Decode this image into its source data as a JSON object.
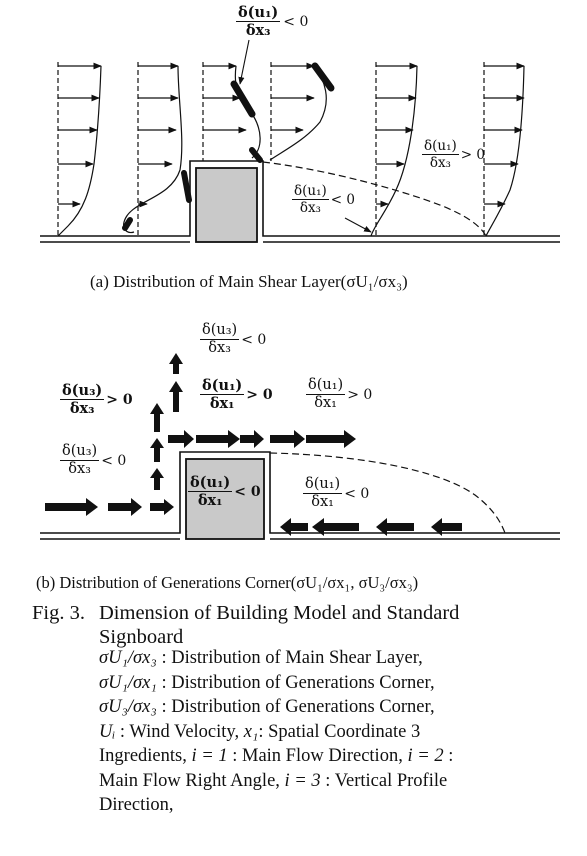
{
  "diagram_a": {
    "labels": {
      "top_lt0": {
        "num": "δ(u₁)",
        "den": "δx₃",
        "rel": "< 0"
      },
      "right_gt0": {
        "num": "δ(u₁)",
        "den": "δx₃",
        "rel": "> 0"
      },
      "right_lt0": {
        "num": "δ(u₁)",
        "den": "δx₃",
        "rel": "< 0"
      }
    },
    "caption": "(a) Distribution of Main Shear Layer(σU₁/σx₃)"
  },
  "diagram_b": {
    "labels": {
      "top": {
        "num": "δ(u₃)",
        "den": "δx₃",
        "rel": "< 0"
      },
      "mid": {
        "num": "δ(u₁)",
        "den": "δx₁",
        "rel": "> 0"
      },
      "right": {
        "num": "δ(u₁)",
        "den": "δx₁",
        "rel": "> 0"
      },
      "left_gt0": {
        "num": "δ(u₃)",
        "den": "δx₃",
        "rel": "> 0"
      },
      "left_lt0": {
        "num": "δ(u₃)",
        "den": "δx₃",
        "rel": "< 0"
      },
      "building": {
        "num": "δ(u₁)",
        "den": "δx₁",
        "rel": "< 0"
      },
      "wake": {
        "num": "δ(u₁)",
        "den": "δx₁",
        "rel": "< 0"
      }
    },
    "caption": "(b)  Distribution of Generations Corner(σU₁/σx₁,  σU₃/σx₃)"
  },
  "figure": {
    "label": "Fig. 3.",
    "title_line1": "Dimension of Building Model and Standard",
    "title_line2": "Signboard"
  },
  "legend": [
    {
      "sym": "σU₁/σx₃",
      "text": " : Distribution of Main Shear Layer,"
    },
    {
      "sym": "σU₁/σx₁",
      "text": " : Distribution of Generations Corner,"
    },
    {
      "sym": "σU₃/σx₃",
      "text": " : Distribution of Generations Corner,"
    },
    {
      "sym": "Uᵢ",
      "text": " : Wind Velocity, ",
      "sym2": "x₁",
      "text2": ": Spatial Coordinate 3"
    },
    {
      "text": "Ingredients, ",
      "sym": "i = 1",
      "text2": " : Main Flow Direction, ",
      "sym2": "i = 2",
      "text3": " :"
    },
    {
      "text": "Main Flow Right Angle, ",
      "sym": "i = 3",
      "text2": " : Vertical Profile"
    },
    {
      "text": "Direction,"
    }
  ]
}
